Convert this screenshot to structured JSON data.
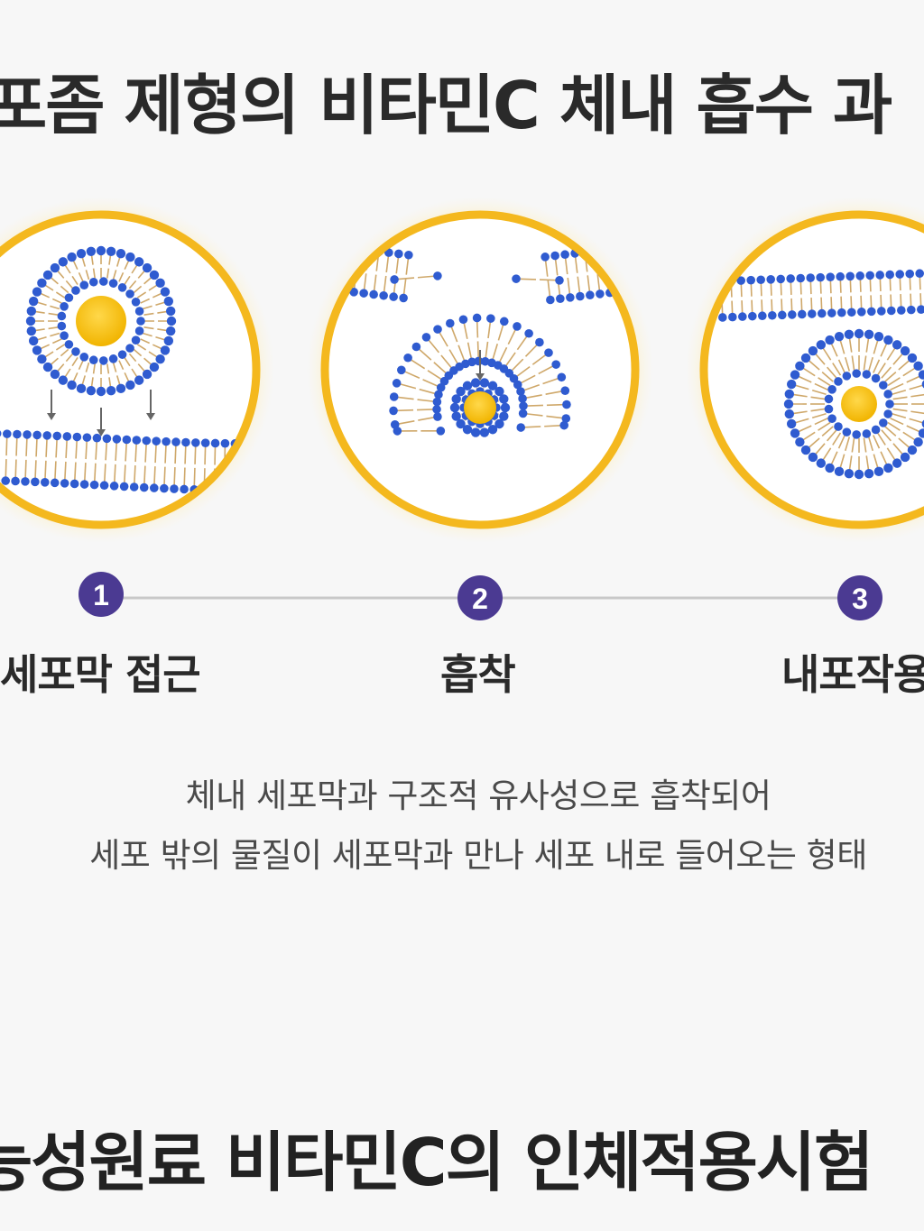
{
  "header": {
    "title": "포좀 제형의 비타민C 체내 흡수 과"
  },
  "steps": [
    {
      "number": "1",
      "label": "세포막 접근"
    },
    {
      "number": "2",
      "label": "흡착"
    },
    {
      "number": "3",
      "label": "내포작용"
    }
  ],
  "description": {
    "line1": "체내 세포막과 구조적 유사성으로 흡착되어",
    "line2": "세포 밖의 물질이 세포막과 만나 세포 내로 들어오는 형태"
  },
  "footer": {
    "title": "능성원료 비타민C의 인체적용시험"
  },
  "colors": {
    "ring": "#f4b81e",
    "core": "#f5c000",
    "head": "#2f5bd0",
    "tail": "#cfa86a",
    "badge": "#4b3a92",
    "line": "#c8c8c8"
  }
}
